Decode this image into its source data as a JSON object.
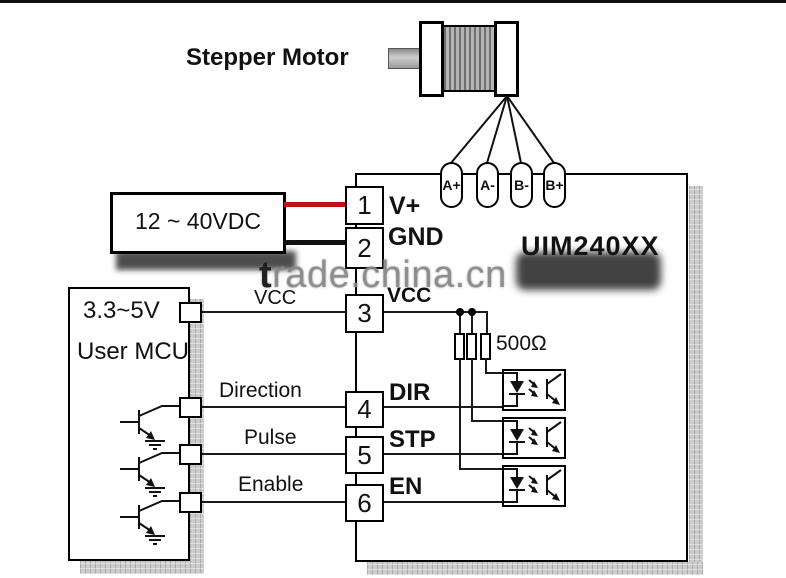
{
  "title": "Stepper Motor",
  "watermark": {
    "dark_part": "t",
    "light_part": "rade.china.cn"
  },
  "power_supply": {
    "label": "12 ~ 40VDC"
  },
  "driver": {
    "model": "UIM240XX",
    "motor_terminals": [
      "A+",
      "A-",
      "B-",
      "B+"
    ],
    "pins": [
      {
        "num": "1",
        "label": "V+"
      },
      {
        "num": "2",
        "label": "GND"
      },
      {
        "num": "3",
        "label": "VCC"
      },
      {
        "num": "4",
        "label": "DIR"
      },
      {
        "num": "5",
        "label": "STP"
      },
      {
        "num": "6",
        "label": "EN"
      }
    ],
    "resistor_value": "500Ω"
  },
  "mcu": {
    "voltage": "3.3~5V",
    "name": "User MCU",
    "wire_labels": [
      "VCC",
      "Direction",
      "Pulse",
      "Enable"
    ]
  },
  "colors": {
    "power_positive_wire": "#c01010",
    "power_ground_wire": "#111111"
  }
}
